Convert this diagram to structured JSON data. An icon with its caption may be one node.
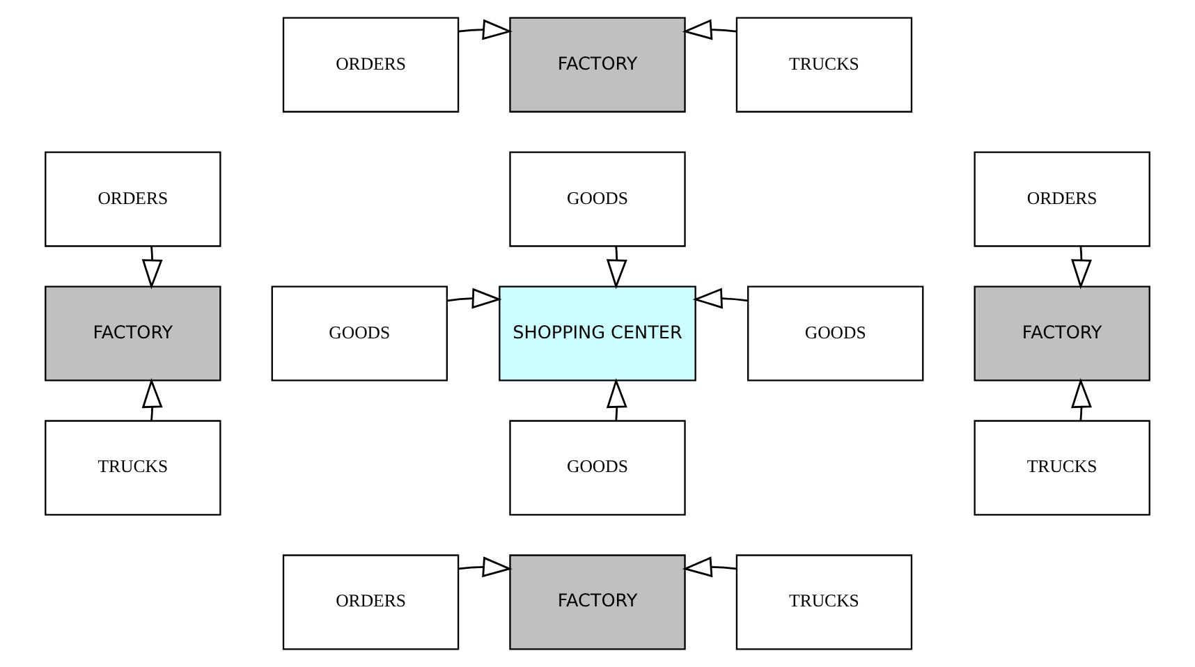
{
  "diagram": {
    "nodes": [
      {
        "text": [
          "ORDERS"
        ]
      },
      {
        "text": [
          "FACTORY"
        ]
      },
      {
        "text": [
          "TRUCKS"
        ]
      },
      {
        "text": [
          "GOODS"
        ]
      },
      {
        "text": [
          "ORDERS"
        ]
      },
      {
        "text": [
          "ORDERS"
        ]
      },
      {
        "text": [
          "FACTORY"
        ]
      },
      {
        "text": [
          "GOODS"
        ]
      },
      {
        "text": [
          "SHOPPING CENTER"
        ]
      },
      {
        "text": [
          "GOODS"
        ]
      },
      {
        "text": [
          "FACTORY"
        ]
      },
      {
        "text": [
          "TRUCKS"
        ]
      },
      {
        "text": [
          "TRUCKS"
        ]
      },
      {
        "text": [
          "GOODS"
        ]
      },
      {
        "text": [
          "ORDERS"
        ]
      },
      {
        "text": [
          "FACTORY"
        ]
      },
      {
        "text": [
          "TRUCKS"
        ]
      }
    ],
    "edges": [
      {
        "from": 0,
        "to": 1,
        "arrow": "to"
      },
      {
        "from": 2,
        "to": 1,
        "arrow": "to"
      },
      {
        "from": 3,
        "to": 8,
        "arrow": "to"
      },
      {
        "from": 4,
        "to": 6,
        "arrow": "to"
      },
      {
        "from": 5,
        "to": 10,
        "arrow": "to"
      },
      {
        "from": 7,
        "to": 8,
        "arrow": "to"
      },
      {
        "from": 9,
        "to": 8,
        "arrow": "to"
      },
      {
        "from": 11,
        "to": 6,
        "arrow": "to"
      },
      {
        "from": 12,
        "to": 10,
        "arrow": "to"
      },
      {
        "from": 13,
        "to": 8,
        "arrow": "to"
      },
      {
        "from": 14,
        "to": 15,
        "arrow": "to"
      },
      {
        "from": 16,
        "to": 15,
        "arrow": "to"
      }
    ]
  }
}
